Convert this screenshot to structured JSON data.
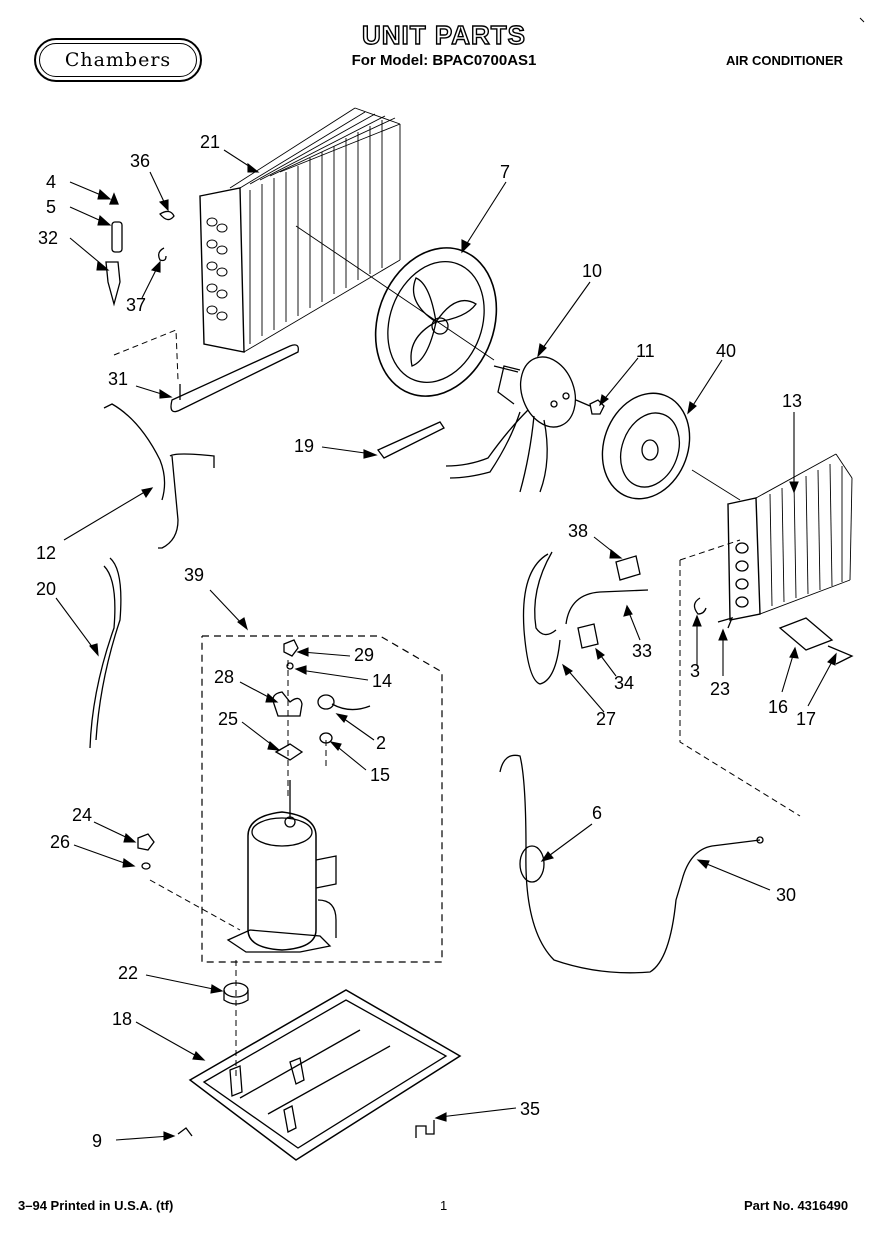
{
  "header": {
    "title": "UNIT PARTS",
    "subtitle": "For Model: BPAC0700AS1",
    "category": "AIR CONDITIONER",
    "brand": "Chambers"
  },
  "footer": {
    "left": "3–94 Printed in U.S.A. (tf)",
    "center": "1",
    "right": "Part No. 4316490"
  },
  "callouts": [
    "4",
    "5",
    "32",
    "36",
    "37",
    "21",
    "7",
    "10",
    "11",
    "40",
    "13",
    "31",
    "19",
    "12",
    "20",
    "38",
    "39",
    "29",
    "14",
    "28",
    "2",
    "25",
    "15",
    "33",
    "34",
    "3",
    "23",
    "16",
    "17",
    "27",
    "6",
    "24",
    "26",
    "30",
    "22",
    "18",
    "35",
    "9"
  ]
}
